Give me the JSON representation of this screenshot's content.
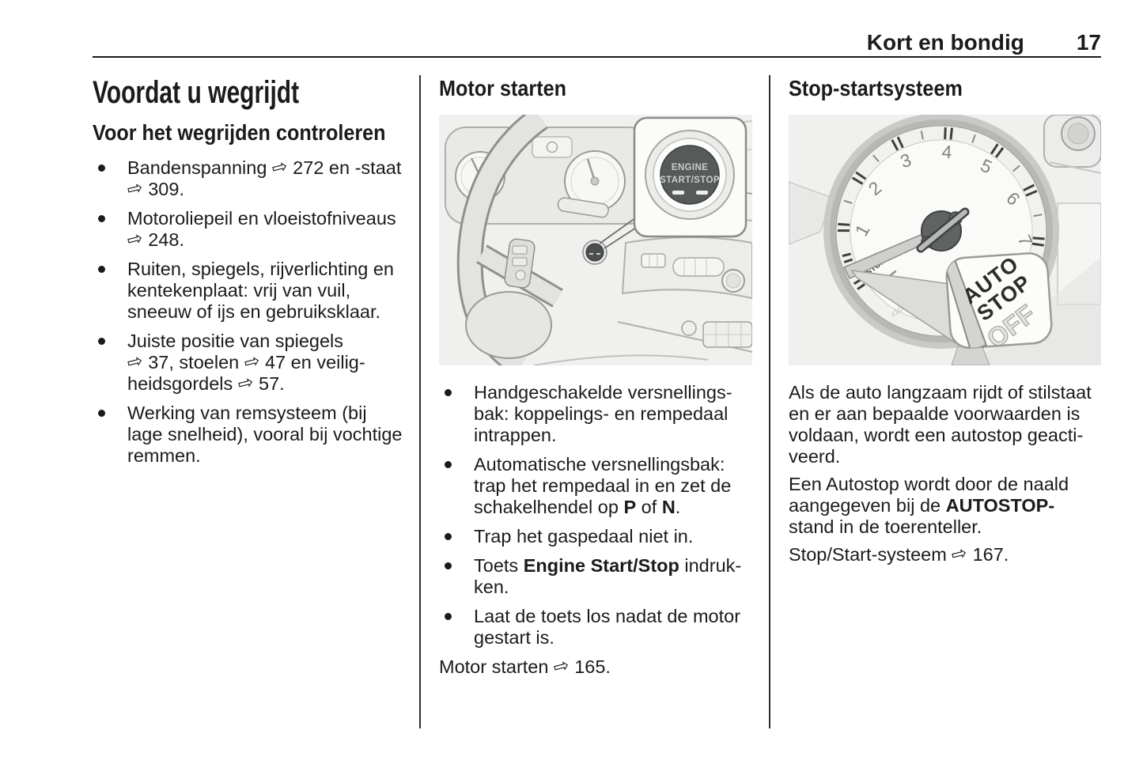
{
  "page": {
    "header_title": "Kort en bondig",
    "page_number": "17"
  },
  "col1": {
    "title": "Voordat u wegrijdt",
    "subtitle": "Voor het wegrijden controleren",
    "bullets": [
      [
        {
          "t": "Bandenspanning "
        },
        {
          "t": "⇨",
          "a": 1
        },
        {
          "t": " 272 en -staat\n"
        },
        {
          "t": "⇨",
          "a": 1
        },
        {
          "t": " 309."
        }
      ],
      [
        {
          "t": "Motoroliepeil en vloeistofniveaus\n"
        },
        {
          "t": "⇨",
          "a": 1
        },
        {
          "t": " 248."
        }
      ],
      [
        {
          "t": "Ruiten, spiegels, rijverlichting en\nkentekenplaat: vrij van vuil,\nsneeuw of ijs en gebruiksklaar."
        }
      ],
      [
        {
          "t": "Juiste positie van spiegels\n"
        },
        {
          "t": "⇨",
          "a": 1
        },
        {
          "t": " 37, stoelen "
        },
        {
          "t": "⇨",
          "a": 1
        },
        {
          "t": " 47 en veilig-\nheidsgordels "
        },
        {
          "t": "⇨",
          "a": 1
        },
        {
          "t": " 57."
        }
      ],
      [
        {
          "t": "Werking van remsysteem (bij\nlage snelheid), vooral bij vochtige\nremmen."
        }
      ]
    ]
  },
  "col2": {
    "title": "Motor starten",
    "bullets": [
      [
        {
          "t": "Handgeschakelde versnellings-\nbak: koppelings- en rempedaal\nintrappen."
        }
      ],
      [
        {
          "t": "Automatische versnellingsbak:\ntrap het rempedaal in en zet de\nschakelhendel op "
        },
        {
          "t": "P",
          "b": 1
        },
        {
          "t": " of "
        },
        {
          "t": "N",
          "b": 1
        },
        {
          "t": "."
        }
      ],
      [
        {
          "t": "Trap het gaspedaal niet in."
        }
      ],
      [
        {
          "t": "Toets "
        },
        {
          "t": "Engine Start/Stop",
          "b": 1
        },
        {
          "t": " indruk-\nken."
        }
      ],
      [
        {
          "t": "Laat de toets los nadat de motor\ngestart is."
        }
      ]
    ],
    "reference": [
      {
        "t": "Motor starten "
      },
      {
        "t": "⇨",
        "a": 1
      },
      {
        "t": " 165."
      }
    ]
  },
  "col3": {
    "title": "Stop-startsysteem",
    "paragraphs": [
      [
        {
          "t": "Als de auto langzaam rijdt of stilstaat\nen er aan bepaalde voorwaarden is\nvoldaan, wordt een autostop geacti-\nveerd."
        }
      ],
      [
        {
          "t": "Een Autostop wordt door de naald\naangegeven bij de "
        },
        {
          "t": "AUTOSTOP-",
          "b": 1
        },
        {
          "t": "\nstand in de toerenteller."
        }
      ],
      [
        {
          "t": "Stop/Start-systeem "
        },
        {
          "t": "⇨",
          "a": 1
        },
        {
          "t": " 167."
        }
      ]
    ]
  },
  "illustrations": {
    "motor": {
      "button_line1": "ENGINE",
      "button_line2": "START/STOP"
    },
    "tach": {
      "numbers": [
        "1",
        "2",
        "3",
        "4",
        "5",
        "6",
        "7"
      ],
      "pointer_label_line1": "AUTO",
      "pointer_label_line2": "STOP",
      "off_label": "OFF",
      "scale_label": "x1000/min",
      "callout_line1": "AUTO",
      "callout_line2": "STOP",
      "callout_off": "OFF"
    }
  },
  "colors": {
    "text": "#1b1b1b",
    "rule": "#1b1b1b",
    "separator": "#2e2e2e",
    "illustration_bg": "#f0f0ee",
    "start_button_dark": "#565b59"
  }
}
